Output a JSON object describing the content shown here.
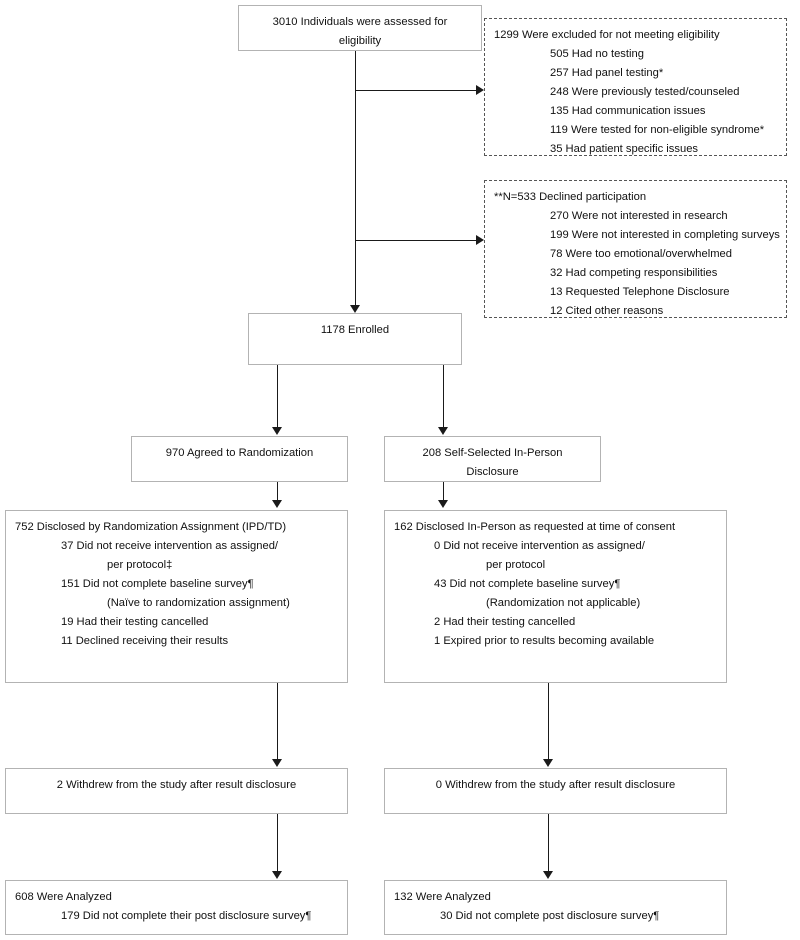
{
  "diagram": {
    "title": "CONSORT participant flow diagram",
    "type": "flowchart",
    "line_color": "#1a1a1a",
    "box_border_color": "#b3b3b3",
    "dashed_border_color": "#555555"
  },
  "assessed": {
    "line1": "3010 Individuals were assessed for",
    "line2": "eligibility"
  },
  "excluded": {
    "heading": "1299 Were excluded for not meeting eligibility",
    "reasons": [
      "505 Had no testing",
      "257 Had panel testing*",
      "248 Were previously tested/counseled",
      "135 Had communication issues",
      "119 Were tested for non-eligible syndrome*",
      "35 Had patient specific issues"
    ]
  },
  "declined": {
    "heading": "**N=533 Declined participation",
    "reasons": [
      "270 Were not interested in research",
      "199 Were not interested in completing surveys",
      "78 Were too emotional/overwhelmed",
      "32 Had competing responsibilities",
      "13 Requested Telephone Disclosure",
      "12 Cited other reasons"
    ]
  },
  "enrolled": {
    "label": "1178 Enrolled"
  },
  "arm_left": {
    "label": "970 Agreed to Randomization"
  },
  "arm_right": {
    "line1": "208 Self-Selected In-Person",
    "line2": "Disclosure"
  },
  "disclosed_left": {
    "heading": "752 Disclosed by Randomization Assignment (IPD/TD)",
    "items": [
      "37 Did not receive intervention as assigned/",
      "per protocol‡",
      "151 Did not complete baseline survey¶",
      "(Naïve to randomization assignment)",
      "19 Had their testing cancelled",
      "11 Declined receiving their results"
    ]
  },
  "disclosed_right": {
    "heading": "162 Disclosed In-Person as requested at time of consent",
    "items": [
      "0 Did not receive intervention as assigned/",
      "per protocol",
      "43 Did not complete baseline survey¶",
      "(Randomization not applicable)",
      "2 Had their testing cancelled",
      "1 Expired prior to results becoming available"
    ]
  },
  "withdrew_left": {
    "label": "2 Withdrew from the study after result disclosure"
  },
  "withdrew_right": {
    "label": "0 Withdrew from the study after result disclosure"
  },
  "analyzed_left": {
    "heading": "608 Were Analyzed",
    "detail": "179 Did not complete their post disclosure survey¶"
  },
  "analyzed_right": {
    "heading": "132 Were Analyzed",
    "detail": "30 Did not complete post disclosure survey¶"
  }
}
